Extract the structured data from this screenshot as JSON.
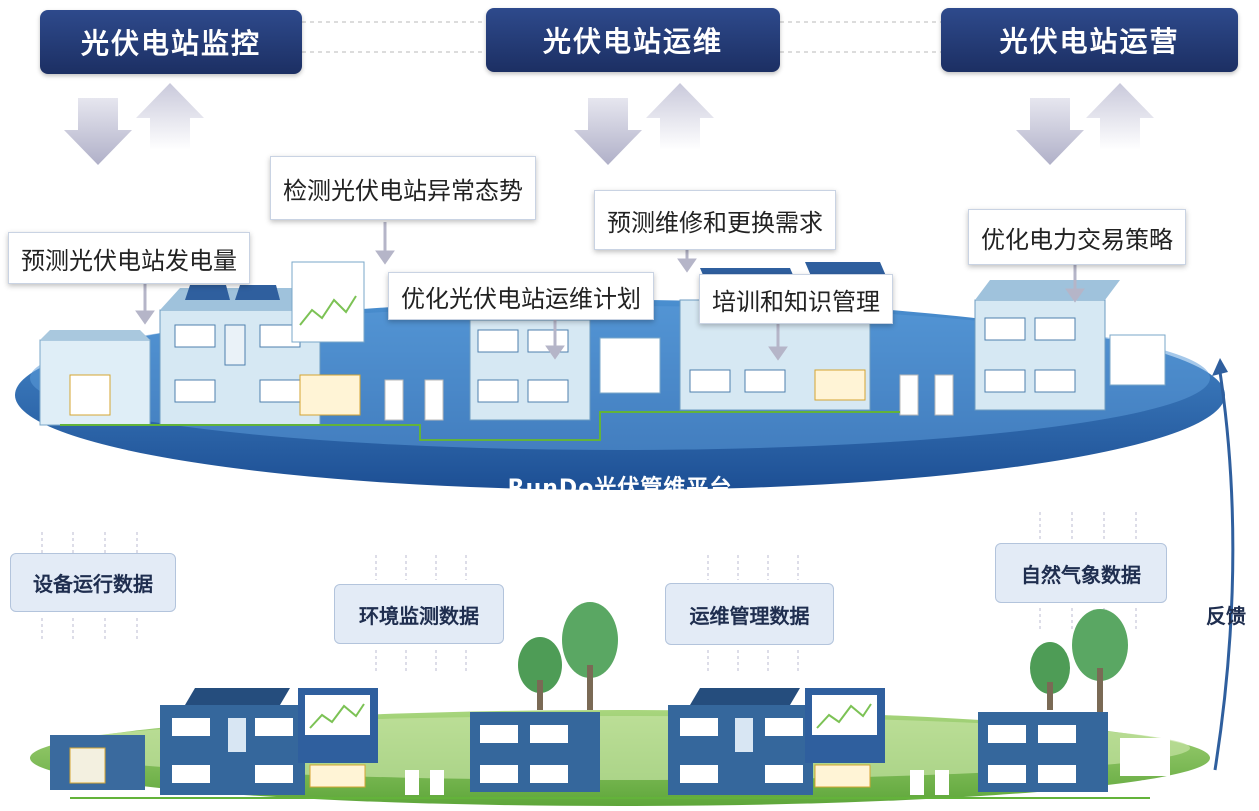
{
  "header": {
    "monitor": "光伏电站监控",
    "maintenance": "光伏电站运维",
    "operation": "光伏电站运营"
  },
  "callouts": {
    "power_forecast": "预测光伏电站发电量",
    "anomaly_detection": "检测光伏电站异常态势",
    "om_plan": "优化光伏电站运维计划",
    "repair_forecast": "预测维修和更换需求",
    "training": "培训和知识管理",
    "trading_strategy": "优化电力交易策略"
  },
  "platform": {
    "name": "RunDo光伏管维平台"
  },
  "data_sources": {
    "equipment": "设备运行数据",
    "environment": "环境监测数据",
    "om": "运维管理数据",
    "weather": "自然气象数据"
  },
  "feedback": "反馈",
  "colors": {
    "header_dark": "#1c2f63",
    "platform_blue": "#2f6fb6",
    "building_blue": "#3a6a9e",
    "ground_green": "#7dc155",
    "arrow_gray": "#b9b9cf"
  }
}
